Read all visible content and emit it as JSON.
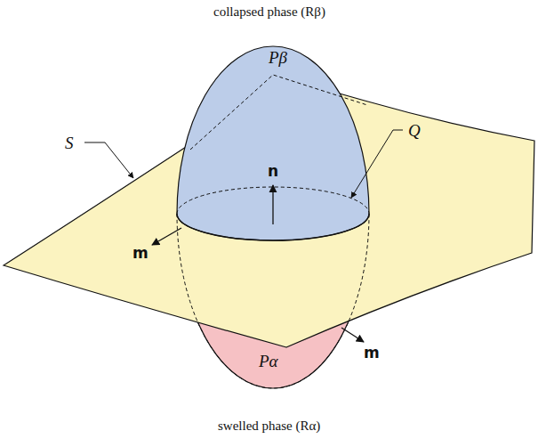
{
  "diagram": {
    "labels": [
      "collapsed phase (Rβ)",
      "Pβ",
      "S",
      "n",
      "Q",
      "m",
      "Pα",
      "m",
      "swelled phase (Rα)"
    ]
  }
}
